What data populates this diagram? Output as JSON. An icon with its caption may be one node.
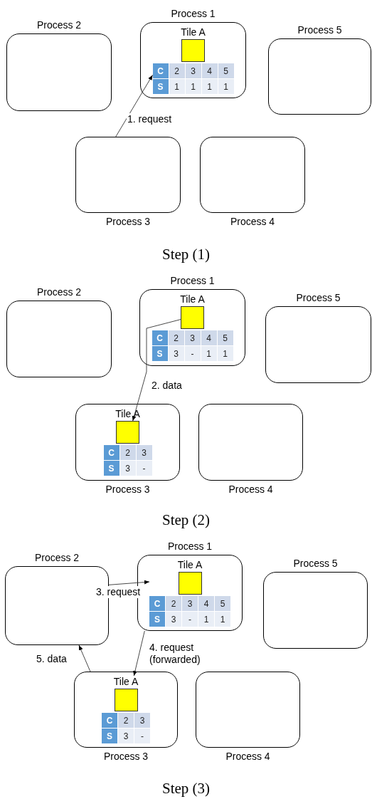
{
  "diagram": {
    "nodes": [
      {
        "text": [
          "Process 1"
        ]
      },
      {
        "text": [
          "Tile A"
        ],
        "in": 0
      },
      {
        "text": [],
        "shape": "box",
        "in": 1
      },
      {
        "text": [
          "C",
          "2",
          "3",
          "4",
          "5",
          "S",
          "1",
          "1",
          "1",
          "1"
        ],
        "in": 1
      },
      {
        "text": [
          "Process 2"
        ]
      },
      {
        "text": [
          "Process 5"
        ]
      },
      {
        "text": [
          "Process 3"
        ]
      },
      {
        "text": [
          "Process 4"
        ]
      },
      {
        "text": [
          "Process 1"
        ]
      },
      {
        "text": [
          "Tile A"
        ],
        "in": 8
      },
      {
        "text": [],
        "shape": "box",
        "in": 9
      },
      {
        "text": [
          "C",
          "2",
          "3",
          "4",
          "5",
          "S",
          "3",
          "-",
          "1",
          "1"
        ],
        "in": 9
      },
      {
        "text": [
          "Process 2"
        ]
      },
      {
        "text": [
          "Process 5"
        ]
      },
      {
        "text": [
          "Process 3"
        ]
      },
      {
        "text": [
          "Tile A"
        ],
        "in": 14
      },
      {
        "text": [],
        "shape": "box",
        "in": 15
      },
      {
        "text": [
          "C",
          "2",
          "3",
          "S",
          "3",
          "-"
        ],
        "in": 15
      },
      {
        "text": [
          "Process 4"
        ]
      },
      {
        "text": [
          "Process 1"
        ]
      },
      {
        "text": [
          "Tile A"
        ],
        "in": 19
      },
      {
        "text": [],
        "shape": "box",
        "in": 20
      },
      {
        "text": [
          "C",
          "2",
          "3",
          "4",
          "5",
          "S",
          "3",
          "-",
          "1",
          "1"
        ],
        "in": 20
      },
      {
        "text": [
          "Process 2"
        ]
      },
      {
        "text": [
          "Process 5"
        ]
      },
      {
        "text": [
          "Process 3"
        ]
      },
      {
        "text": [
          "Tile A"
        ],
        "in": 25
      },
      {
        "text": [],
        "shape": "box",
        "in": 26
      },
      {
        "text": [
          "C",
          "2",
          "3",
          "S",
          "3",
          "-"
        ],
        "in": 26
      },
      {
        "text": [
          "Process 4"
        ]
      }
    ],
    "edges": [
      {
        "from": 6,
        "to": 3,
        "arrow": "to",
        "label": "1. request"
      },
      {
        "from": 10,
        "to": 16,
        "arrow": "to",
        "label": "2. data"
      },
      {
        "from": 23,
        "to": 20,
        "arrow": "to",
        "label": "3. request"
      },
      {
        "from": 19,
        "to": 26,
        "arrow": "to",
        "label": "4. request (forwarded)"
      },
      {
        "from": 25,
        "to": 23,
        "arrow": "to",
        "label": "5. data"
      }
    ],
    "labels": [
      "Step (1)",
      "Step (2)",
      "Step (3)"
    ]
  }
}
